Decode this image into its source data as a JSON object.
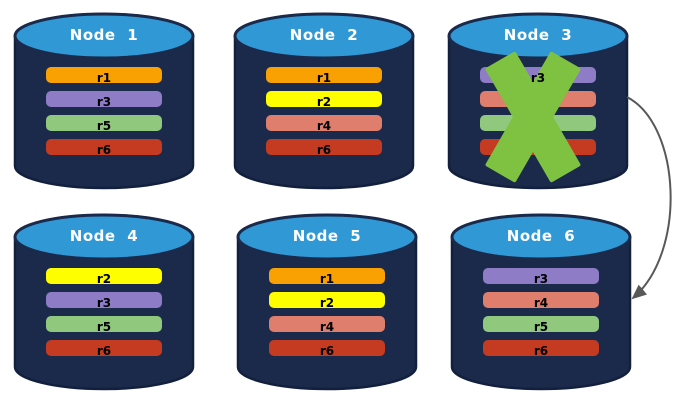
{
  "diagram": {
    "title": "replicated database nodes with failed node",
    "nodes": [
      {
        "title": "Node 1",
        "failed": false,
        "replicas": [
          {
            "label": "r1",
            "color": "#F9A102"
          },
          {
            "label": "r3",
            "color": "#8E7CC6"
          },
          {
            "label": "r5",
            "color": "#90C87E"
          },
          {
            "label": "r6",
            "color": "#C53B22"
          }
        ]
      },
      {
        "title": "Node 2",
        "failed": false,
        "replicas": [
          {
            "label": "r1",
            "color": "#F9A102"
          },
          {
            "label": "r2",
            "color": "#FEFE00"
          },
          {
            "label": "r4",
            "color": "#DF7E6C"
          },
          {
            "label": "r6",
            "color": "#C53B22"
          }
        ]
      },
      {
        "title": "Node 3",
        "failed": true,
        "replicas": [
          {
            "label": "r3",
            "color": "#8E7CC6"
          },
          {
            "label": "",
            "color": "#DF7E6C"
          },
          {
            "label": "",
            "color": "#90C87E"
          },
          {
            "label": "",
            "color": "#C53B22"
          }
        ]
      },
      {
        "title": "Node 4",
        "failed": false,
        "replicas": [
          {
            "label": "r2",
            "color": "#FEFE00"
          },
          {
            "label": "r3",
            "color": "#8E7CC6"
          },
          {
            "label": "r5",
            "color": "#90C87E"
          },
          {
            "label": "r6",
            "color": "#C53B22"
          }
        ]
      },
      {
        "title": "Node 5",
        "failed": false,
        "replicas": [
          {
            "label": "r1",
            "color": "#F9A102"
          },
          {
            "label": "r2",
            "color": "#FEFE00"
          },
          {
            "label": "r4",
            "color": "#DF7E6C"
          },
          {
            "label": "r6",
            "color": "#C53B22"
          }
        ]
      },
      {
        "title": "Node 6",
        "failed": false,
        "replicas": [
          {
            "label": "r3",
            "color": "#8E7CC6"
          },
          {
            "label": "r4",
            "color": "#DF7E6C"
          },
          {
            "label": "r5",
            "color": "#90C87E"
          },
          {
            "label": "r6",
            "color": "#C53B22"
          }
        ]
      }
    ],
    "arrow": {
      "from": "Node 3",
      "to": "Node 6"
    },
    "colors": {
      "cylinder_body": "#1B2A4B",
      "cylinder_outline": "#13203D",
      "cylinder_top": "#2F98D5",
      "failure_x": "#7FC241",
      "arrow": "#58585A",
      "title_text": "#FFFFFF",
      "replica_text": "#000000"
    }
  }
}
